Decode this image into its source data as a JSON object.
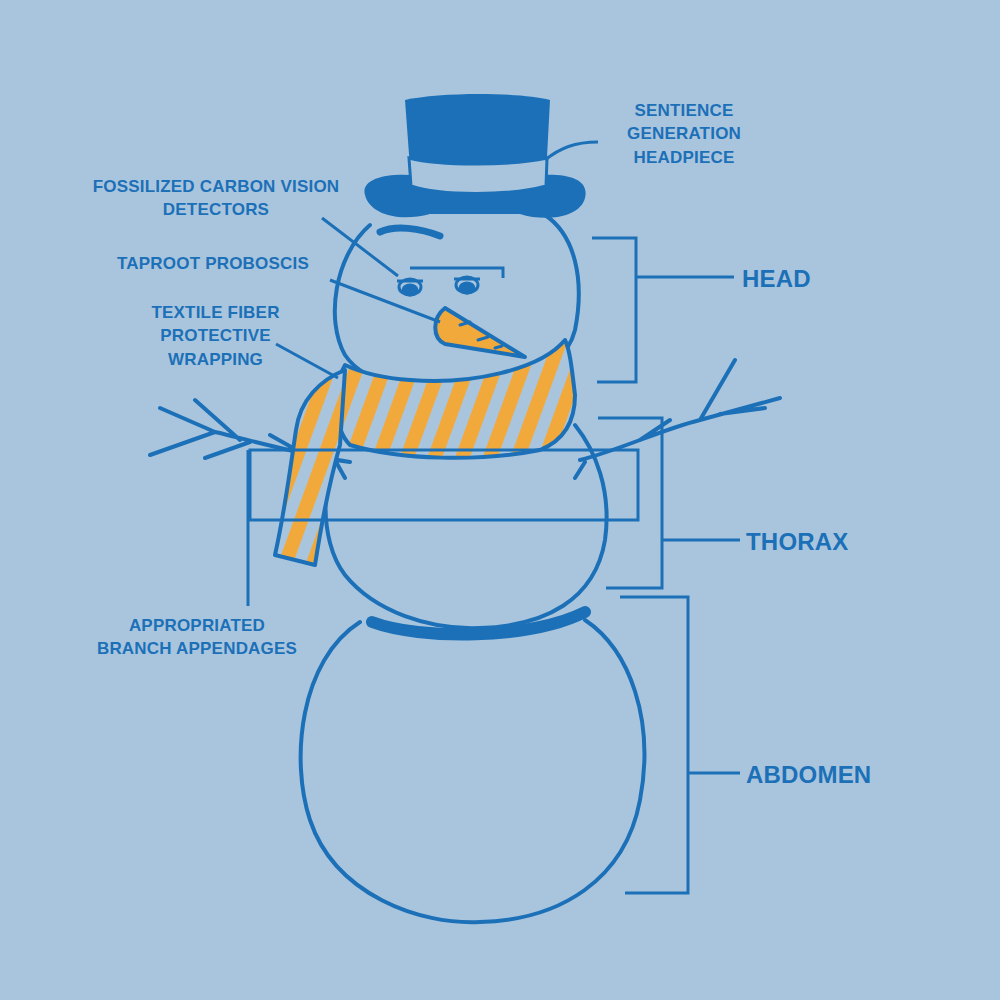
{
  "diagram": {
    "labels": [
      "SENTIENCE GENERATION HEADPIECE",
      "FOSSILIZED CARBON VISION DETECTORS",
      "TAPROOT PROBOSCIS",
      "TEXTILE FIBER PROTECTIVE WRAPPING",
      "HEAD",
      "THORAX",
      "APPROPRIATED BRANCH APPENDAGES",
      "ABDOMEN"
    ]
  }
}
